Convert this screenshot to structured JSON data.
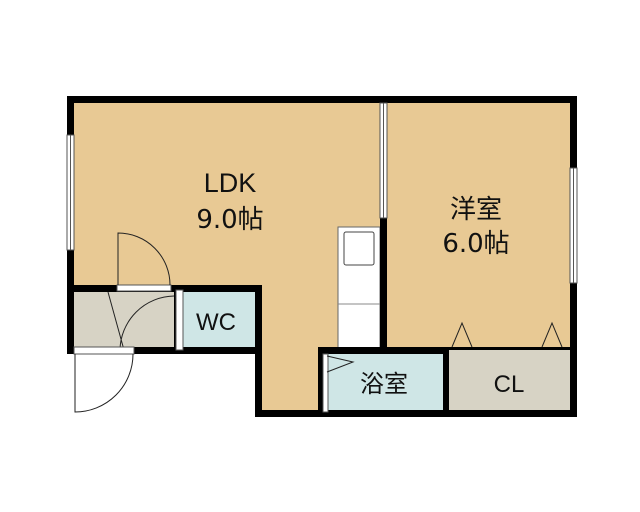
{
  "rooms": {
    "ldk": {
      "name": "LDK",
      "size": "9.0帖"
    },
    "western": {
      "name": "洋室",
      "size": "6.0帖"
    },
    "wc": {
      "name": "WC"
    },
    "bath": {
      "name": "浴室"
    },
    "closet": {
      "name": "CL"
    }
  },
  "colors": {
    "floor": "#e8c994",
    "wet": "#cfe6e6",
    "storage": "#d7d3c5",
    "wall": "#000000"
  }
}
